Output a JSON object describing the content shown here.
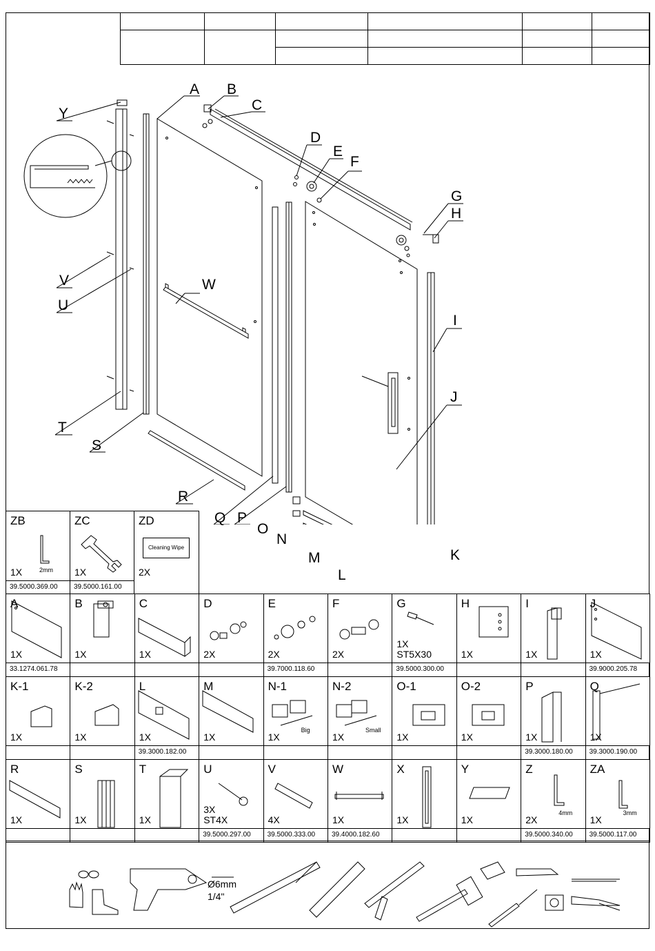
{
  "header_table": {
    "rows": 3,
    "cols": 6
  },
  "callouts": [
    "A",
    "B",
    "C",
    "D",
    "E",
    "F",
    "G",
    "H",
    "I",
    "J",
    "K",
    "L",
    "M",
    "N",
    "O",
    "P",
    "Q",
    "R",
    "S",
    "T",
    "U",
    "V",
    "W",
    "Y"
  ],
  "top_parts": [
    {
      "id": "ZB",
      "qty": "1X",
      "note": "2mm",
      "code": "39.5000.369.00"
    },
    {
      "id": "ZC",
      "qty": "1X",
      "note": "",
      "code": "39.5000.161.00"
    },
    {
      "id": "ZD",
      "qty": "2X",
      "note": "Cleaning Wipe",
      "code": ""
    }
  ],
  "parts": [
    [
      {
        "id": "A",
        "qty": "1X",
        "code": "33.1274.061.78"
      },
      {
        "id": "B",
        "qty": "1X",
        "code": ""
      },
      {
        "id": "C",
        "qty": "1X",
        "code": ""
      },
      {
        "id": "D",
        "qty": "2X",
        "code": ""
      },
      {
        "id": "E",
        "qty": "2X",
        "code": "39.7000.118.60"
      },
      {
        "id": "F",
        "qty": "2X",
        "code": ""
      },
      {
        "id": "G",
        "qty": "1X\nST5X30",
        "code": "39.5000.300.00"
      },
      {
        "id": "H",
        "qty": "1X",
        "code": ""
      },
      {
        "id": "I",
        "qty": "1X",
        "code": ""
      },
      {
        "id": "J",
        "qty": "1X",
        "code": "39.9000.205.78"
      }
    ],
    [
      {
        "id": "K-1",
        "qty": "1X",
        "code": ""
      },
      {
        "id": "K-2",
        "qty": "1X",
        "code": ""
      },
      {
        "id": "L",
        "qty": "1X",
        "code": "39.3000.182.00"
      },
      {
        "id": "M",
        "qty": "1X",
        "code": ""
      },
      {
        "id": "N-1",
        "qty": "1X",
        "code": "",
        "note": "Big"
      },
      {
        "id": "N-2",
        "qty": "1X",
        "code": "",
        "note": "Small"
      },
      {
        "id": "O-1",
        "qty": "1X",
        "code": ""
      },
      {
        "id": "O-2",
        "qty": "1X",
        "code": ""
      },
      {
        "id": "P",
        "qty": "1X",
        "code": "39.3000.180.00"
      },
      {
        "id": "Q",
        "qty": "1X",
        "code": "39.3000.190.00"
      }
    ],
    [
      {
        "id": "R",
        "qty": "1X",
        "code": ""
      },
      {
        "id": "S",
        "qty": "1X",
        "code": ""
      },
      {
        "id": "T",
        "qty": "1X",
        "code": ""
      },
      {
        "id": "U",
        "qty": "3X\nST4X",
        "code": "39.5000.297.00"
      },
      {
        "id": "V",
        "qty": "4X",
        "code": "39.5000.333.00"
      },
      {
        "id": "W",
        "qty": "1X",
        "code": "39.4000.182.60"
      },
      {
        "id": "X",
        "qty": "1X",
        "code": ""
      },
      {
        "id": "Y",
        "qty": "1X",
        "code": ""
      },
      {
        "id": "Z",
        "qty": "2X",
        "code": "39.5000.340.00",
        "note": "4mm"
      },
      {
        "id": "ZA",
        "qty": "1X",
        "code": "39.5000.117.00",
        "note": "3mm"
      }
    ]
  ],
  "tools": {
    "drill_bit": "Ø6mm",
    "drill_bit_in": "1/4\""
  }
}
